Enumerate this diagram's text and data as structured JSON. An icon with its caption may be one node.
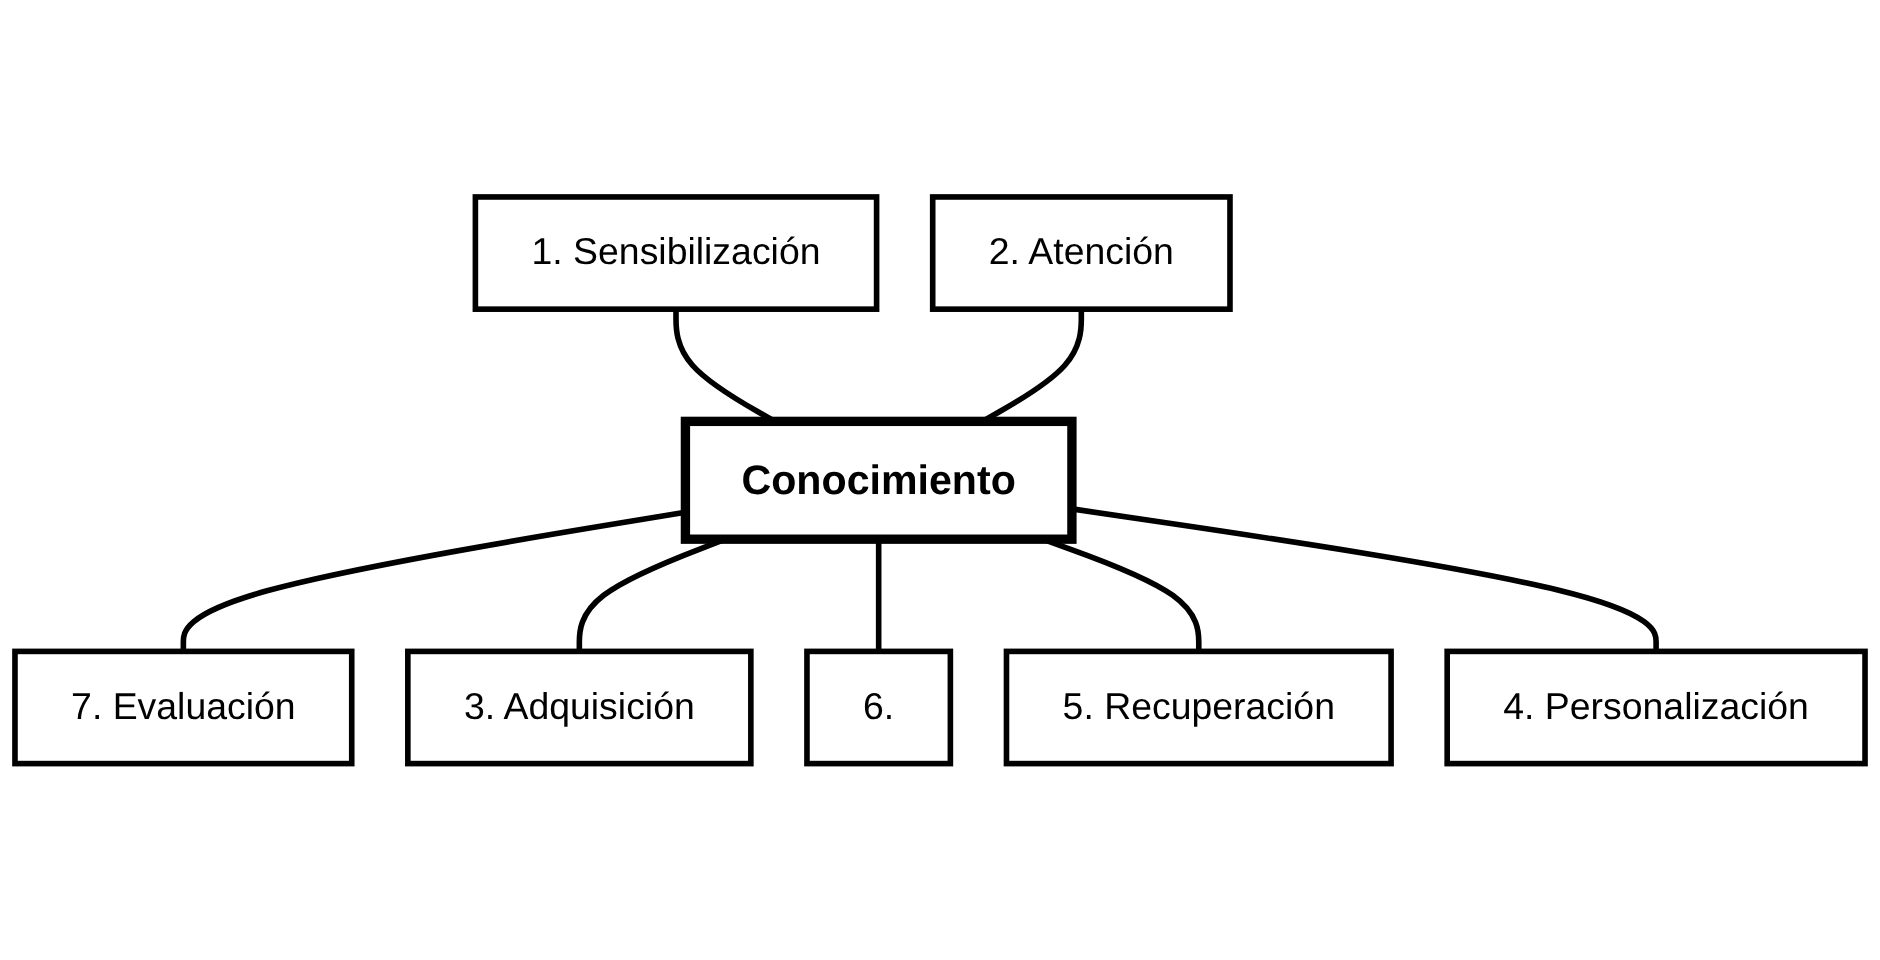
{
  "diagram": {
    "nodes": [
      {
        "text": [
          "1. Sensibilización"
        ]
      },
      {
        "text": [
          "2. Atención"
        ]
      },
      {
        "text": [
          "7. Evaluación"
        ]
      },
      {
        "text": [
          "Conocimiento"
        ]
      },
      {
        "text": [
          "3. Adquisición"
        ]
      },
      {
        "text": [
          "6."
        ]
      },
      {
        "text": [
          "4. Personalización"
        ]
      },
      {
        "text": [
          "5. Recuperación"
        ]
      }
    ],
    "edges": [
      {
        "from": 0,
        "to": 3,
        "arrow": "none"
      },
      {
        "from": 1,
        "to": 3,
        "arrow": "none"
      },
      {
        "from": 3,
        "to": 2,
        "arrow": "none"
      },
      {
        "from": 3,
        "to": 4,
        "arrow": "none"
      },
      {
        "from": 3,
        "to": 5,
        "arrow": "none"
      },
      {
        "from": 3,
        "to": 7,
        "arrow": "none"
      },
      {
        "from": 3,
        "to": 6,
        "arrow": "none"
      }
    ]
  }
}
